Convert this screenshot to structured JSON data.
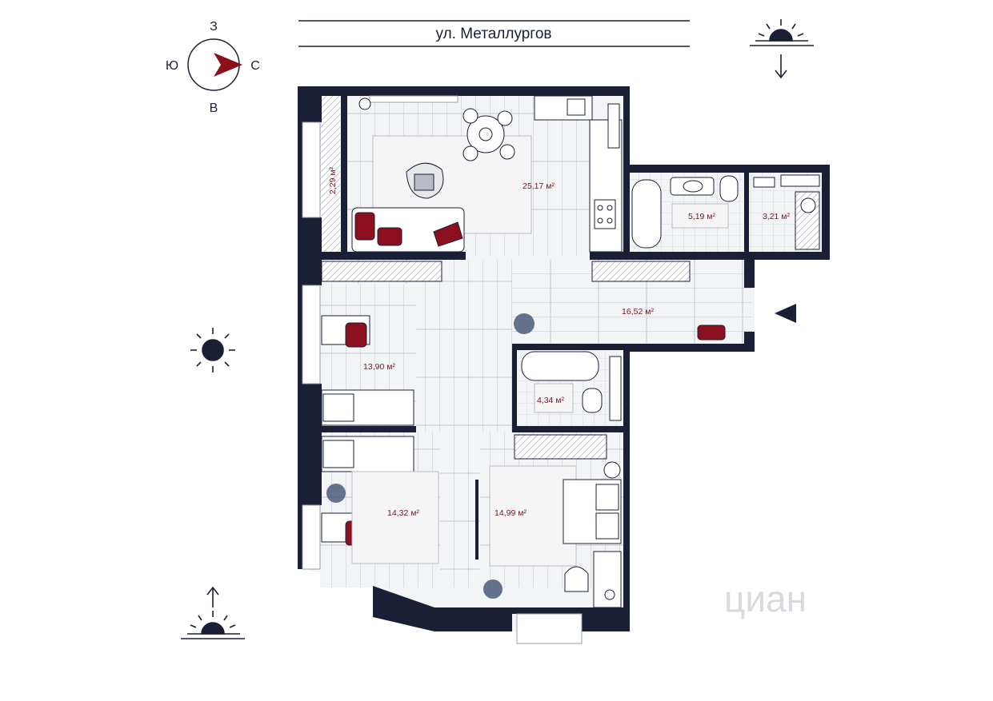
{
  "street": {
    "name": "ул. Металлургов"
  },
  "compass": {
    "north": "С",
    "south": "Ю",
    "west": "З",
    "east": "В"
  },
  "rooms": [
    {
      "id": "kitchen-living",
      "area": "25,17 м²"
    },
    {
      "id": "loggia",
      "area": "2,29 м²"
    },
    {
      "id": "bathroom-1",
      "area": "5,19 м²"
    },
    {
      "id": "wc",
      "area": "3,21 м²"
    },
    {
      "id": "hall",
      "area": "16,52 м²"
    },
    {
      "id": "bedroom-1",
      "area": "13,90 м²"
    },
    {
      "id": "bathroom-2",
      "area": "4,34 м²"
    },
    {
      "id": "bedroom-2",
      "area": "14,32 м²"
    },
    {
      "id": "bedroom-3",
      "area": "14,99 м²"
    }
  ],
  "watermark": {
    "text": "циан"
  },
  "colors": {
    "wall": "#1b1f36",
    "accent": "#8b0f1c",
    "floor": "#f1f2f4",
    "plank": "#c6c9d1"
  }
}
